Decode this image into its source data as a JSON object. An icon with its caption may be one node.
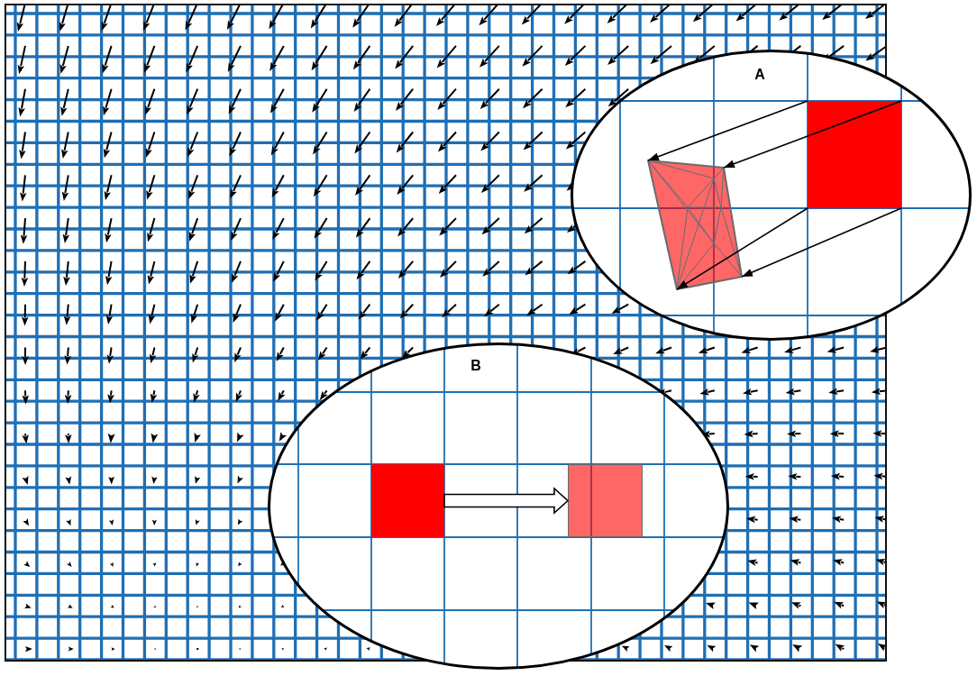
{
  "diagram": {
    "nodes": [
      {
        "text": [
          "A"
        ]
      },
      {
        "text": [],
        "shape": "box",
        "in": 0
      },
      {
        "text": [],
        "shape": "polygon",
        "in": 0
      },
      {
        "text": [
          "B"
        ]
      },
      {
        "text": [],
        "shape": "box",
        "in": 3
      },
      {
        "text": [],
        "shape": "box",
        "in": 3
      }
    ],
    "edges": [
      {
        "from": 1,
        "to": 2,
        "arrow": "to"
      },
      {
        "from": 1,
        "to": 2,
        "arrow": "to"
      },
      {
        "from": 1,
        "to": 2,
        "arrow": "to"
      },
      {
        "from": 1,
        "to": 2,
        "arrow": "to"
      },
      {
        "from": 4,
        "to": 5,
        "arrow": "to",
        "style": "thick"
      }
    ]
  }
}
